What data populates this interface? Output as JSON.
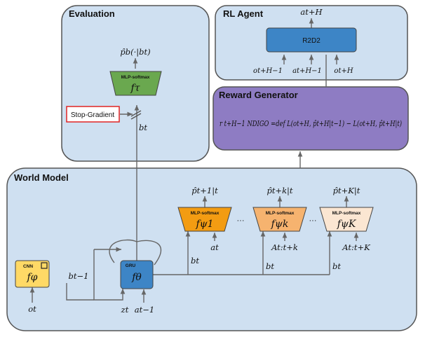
{
  "panels": {
    "evaluation": "Evaluation",
    "rl_agent": "RL Agent",
    "reward_generator": "Reward Generator",
    "world_model": "World Model"
  },
  "evaluation": {
    "block_label": "MLP-softmax",
    "block_fn": "fτ",
    "output": "p̂b(·|bt)",
    "stop_gradient": "Stop-Gradient",
    "input": "bt"
  },
  "rl_agent": {
    "block_label": "R2D2",
    "output": "at+H",
    "inputs": [
      "ot+H−1",
      "at+H−1",
      "ot+H"
    ]
  },
  "reward_generator": {
    "formula": "r t+H−1 NDIGO  =def  L(ot+H, p̂t+H|t−1) − L(ot+H, p̂t+H|t)"
  },
  "world_model": {
    "cnn": {
      "label": "CNN",
      "fn": "fφ",
      "input": "ot",
      "output": "bt−1"
    },
    "gru": {
      "label": "GRU",
      "fn": "fθ",
      "input_z": "zt",
      "input_a": "at−1"
    },
    "heads": [
      {
        "label": "MLP-softmax",
        "fn": "fψ1",
        "output": "p̂t+1|t",
        "action": "at",
        "state": "bt",
        "color": "#f39c12"
      },
      {
        "label": "MLP-softmax",
        "fn": "fψk",
        "output": "p̂t+k|t",
        "action": "At:t+k",
        "state": "bt",
        "color": "#f6b36f"
      },
      {
        "label": "MLP-softmax",
        "fn": "fψK",
        "output": "p̂t+K|t",
        "action": "At:t+K",
        "state": "bt",
        "color": "#fbe6d2"
      }
    ],
    "ellipsis": "···"
  },
  "colors": {
    "panel_fill": "#cfe0f1",
    "panel_stroke": "#555555",
    "reward_fill": "#8e7cc3",
    "r2d2_fill": "#3d85c6",
    "gru_fill": "#3d85c6",
    "cnn_fill": "#ffd966",
    "eval_block_fill": "#6aa84f",
    "stop_gradient_border": "#e02424"
  }
}
